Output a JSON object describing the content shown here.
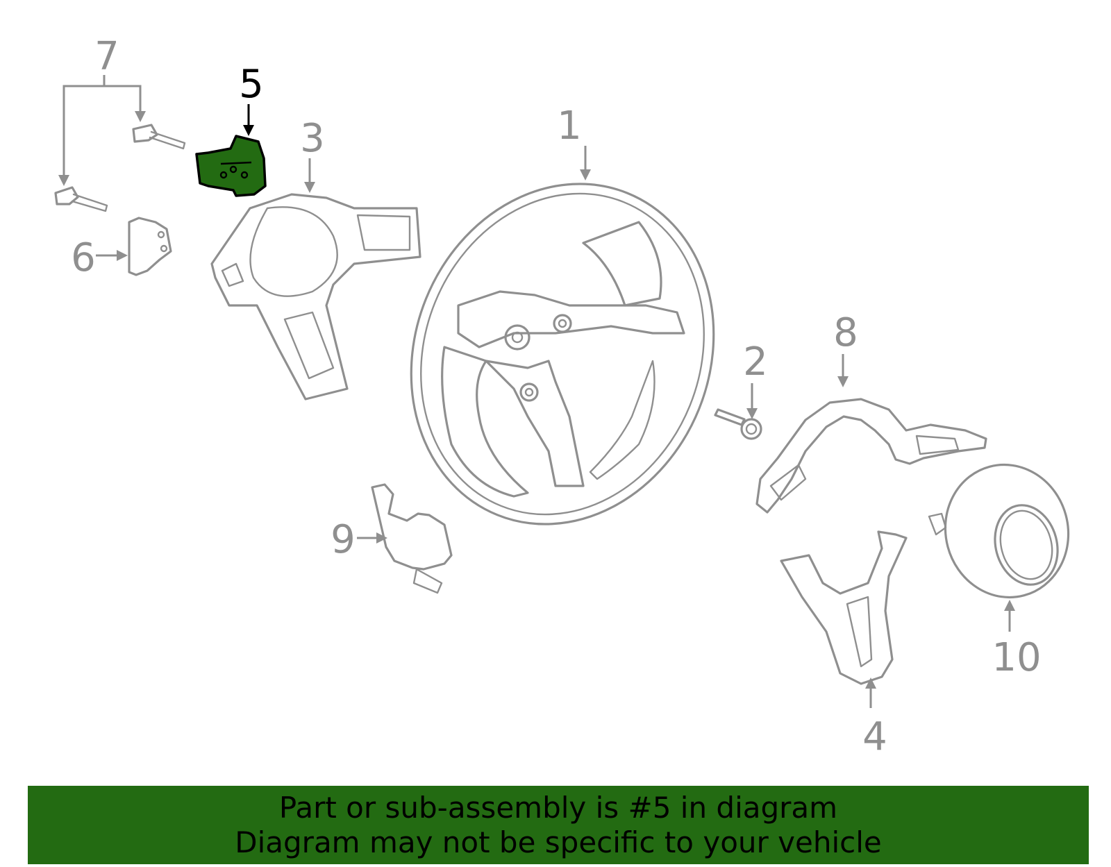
{
  "callouts": [
    {
      "id": "1",
      "label": "1"
    },
    {
      "id": "2",
      "label": "2"
    },
    {
      "id": "3",
      "label": "3"
    },
    {
      "id": "4",
      "label": "4"
    },
    {
      "id": "5",
      "label": "5",
      "highlighted": true
    },
    {
      "id": "6",
      "label": "6"
    },
    {
      "id": "7",
      "label": "7"
    },
    {
      "id": "8",
      "label": "8"
    },
    {
      "id": "9",
      "label": "9"
    },
    {
      "id": "10",
      "label": "10"
    }
  ],
  "banner": {
    "line1": "Part or sub-assembly is #5 in diagram",
    "line2": "Diagram may not be specific to your vehicle",
    "background_color": "#236b12"
  },
  "colors": {
    "part_outline": "#8f8f8f",
    "highlight_fill": "#236b12",
    "highlight_outline": "#000000"
  }
}
